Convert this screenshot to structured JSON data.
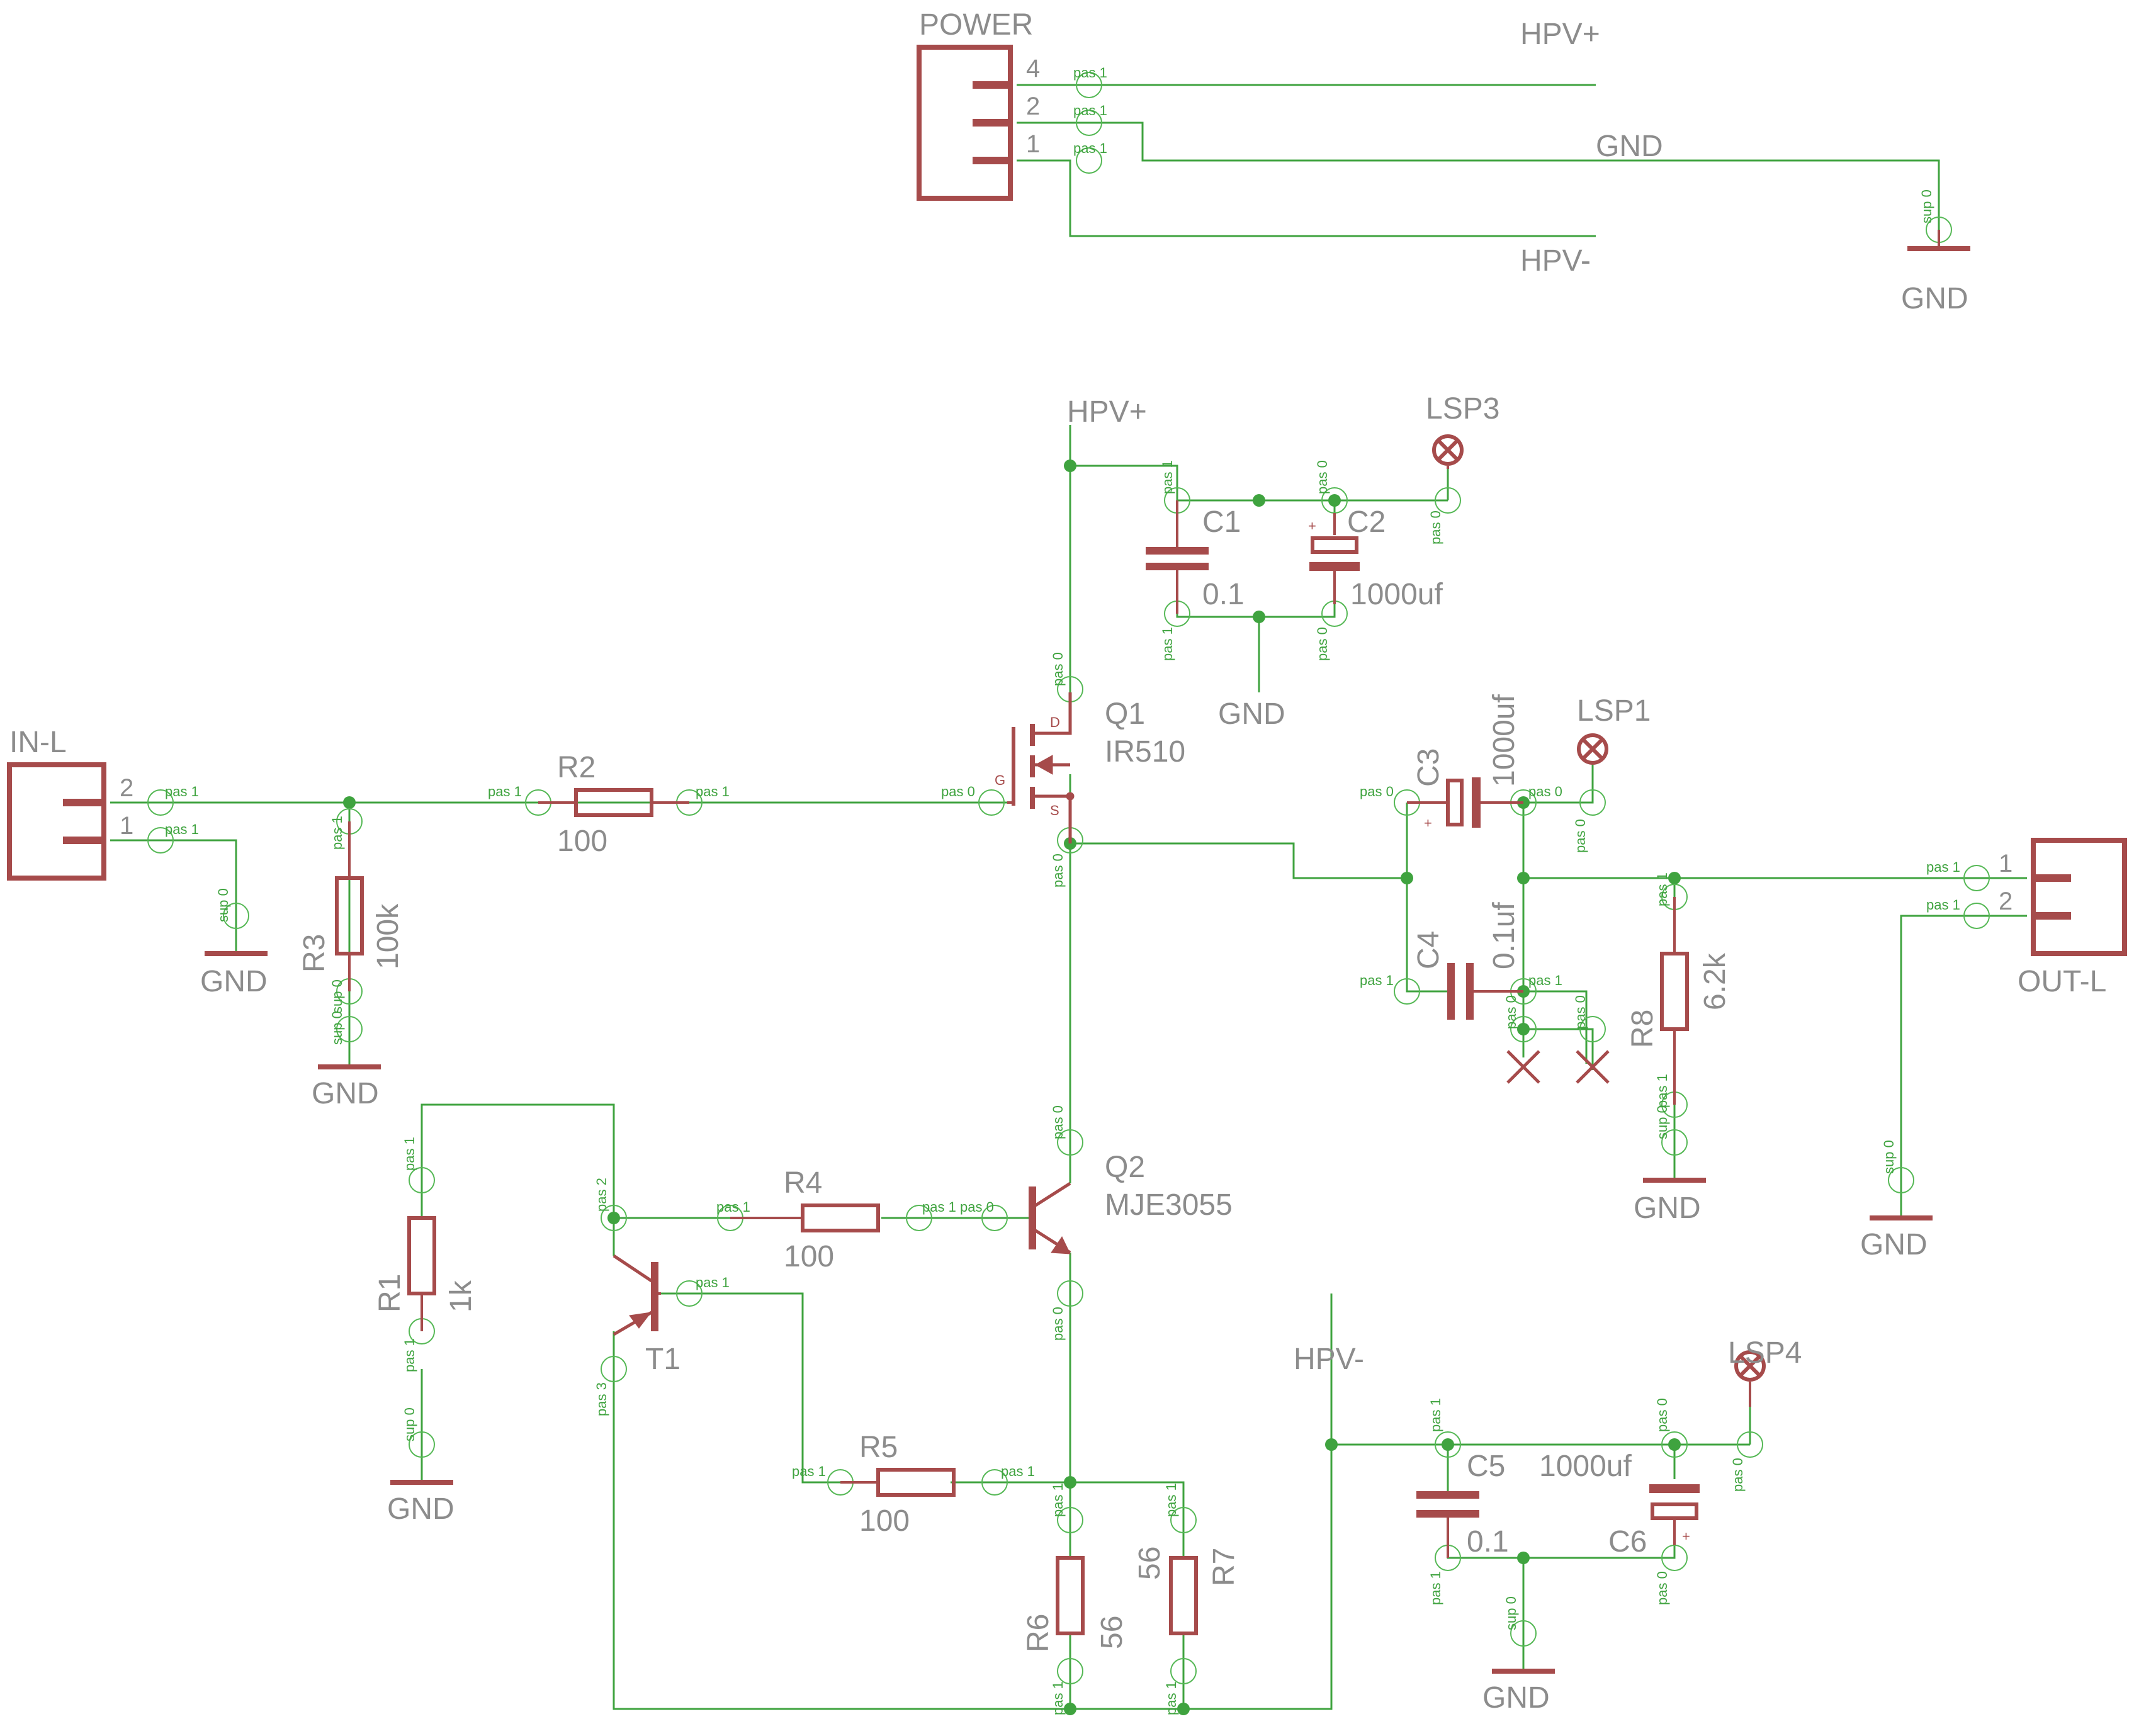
{
  "connectors": {
    "power": {
      "name": "POWER",
      "pins": [
        "4",
        "2",
        "1"
      ]
    },
    "in": {
      "name": "IN-L",
      "pins": [
        "2",
        "1"
      ]
    },
    "out": {
      "name": "OUT-L",
      "pins": [
        "1",
        "2"
      ]
    }
  },
  "nets": {
    "hpv_plus": "HPV+",
    "hpv_minus": "HPV-",
    "gnd": "GND"
  },
  "transistors": {
    "q1": {
      "name": "Q1",
      "value": "IR510",
      "pins": {
        "d": "D",
        "g": "G",
        "s": "S"
      }
    },
    "q2": {
      "name": "Q2",
      "value": "MJE3055"
    },
    "t1": {
      "name": "T1"
    }
  },
  "resistors": {
    "r1": {
      "name": "R1",
      "value": "1k"
    },
    "r2": {
      "name": "R2",
      "value": "100"
    },
    "r3": {
      "name": "R3",
      "value": "100k"
    },
    "r4": {
      "name": "R4",
      "value": "100"
    },
    "r5": {
      "name": "R5",
      "value": "100"
    },
    "r6": {
      "name": "R6",
      "value": "56"
    },
    "r7": {
      "name": "R7",
      "value": "56"
    },
    "r8": {
      "name": "R8",
      "value": "6.2k"
    }
  },
  "capacitors": {
    "c1": {
      "name": "C1",
      "value": "0.1"
    },
    "c2": {
      "name": "C2",
      "value": "1000uf"
    },
    "c3": {
      "name": "C3",
      "value": "1000uf"
    },
    "c4": {
      "name": "C4",
      "value": "0.1uf"
    },
    "c5": {
      "name": "C5",
      "value": "0.1"
    },
    "c6": {
      "name": "C6",
      "value": "1000uf"
    }
  },
  "test_points": {
    "lsp1": "LSP1",
    "lsp3": "LSP3",
    "lsp4": "LSP4"
  },
  "pin_tags": {
    "pas0": "pas 0",
    "pas1": "pas 1",
    "pas2": "pas 2",
    "pas3": "pas 3",
    "sup0": "sup 0"
  },
  "polarity": "+"
}
